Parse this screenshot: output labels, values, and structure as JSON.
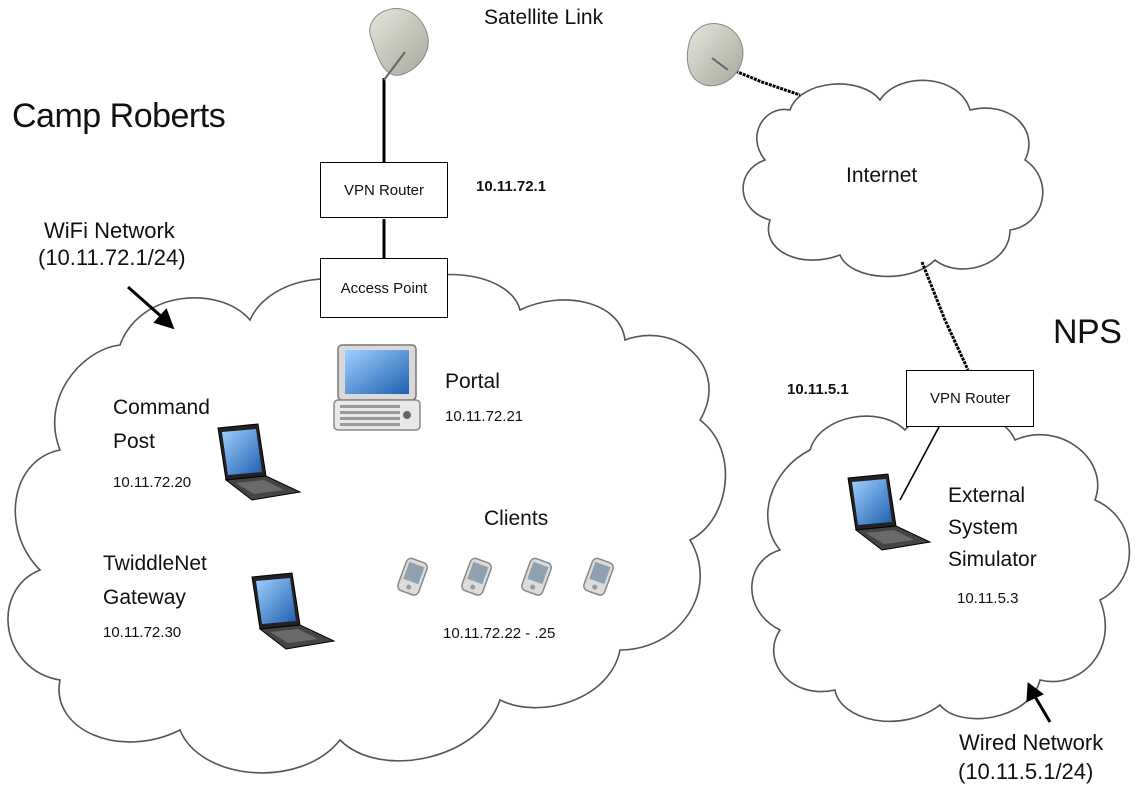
{
  "top": {
    "satellite_link": "Satellite Link"
  },
  "camp": {
    "title": "Camp Roberts",
    "wifi_label_line1": "WiFi Network",
    "wifi_label_line2": "(10.11.72.1/24)",
    "vpn_router": "VPN Router",
    "vpn_router_ip": "10.11.72.1",
    "access_point": "Access Point",
    "portal": {
      "label": "Portal",
      "ip": "10.11.72.21"
    },
    "command_post": {
      "label": "Command\nPost",
      "ip": "10.11.72.20"
    },
    "twiddlenet": {
      "label": "TwiddleNet\nGateway",
      "ip": "10.11.72.30"
    },
    "clients": {
      "label": "Clients",
      "ip": "10.11.72.22 - .25"
    }
  },
  "internet": {
    "label": "Internet"
  },
  "nps": {
    "title": "NPS",
    "vpn_router": "VPN Router",
    "vpn_router_ip": "10.11.5.1",
    "external": {
      "label": "External\nSystem\nSimulator",
      "ip": "10.11.5.3"
    },
    "wired_label_line1": "Wired Network",
    "wired_label_line2": "(10.11.5.1/24)"
  },
  "colors": {
    "line": "#000000",
    "cloud_fill": "#ffffff",
    "dish": "#cfcfc4"
  }
}
